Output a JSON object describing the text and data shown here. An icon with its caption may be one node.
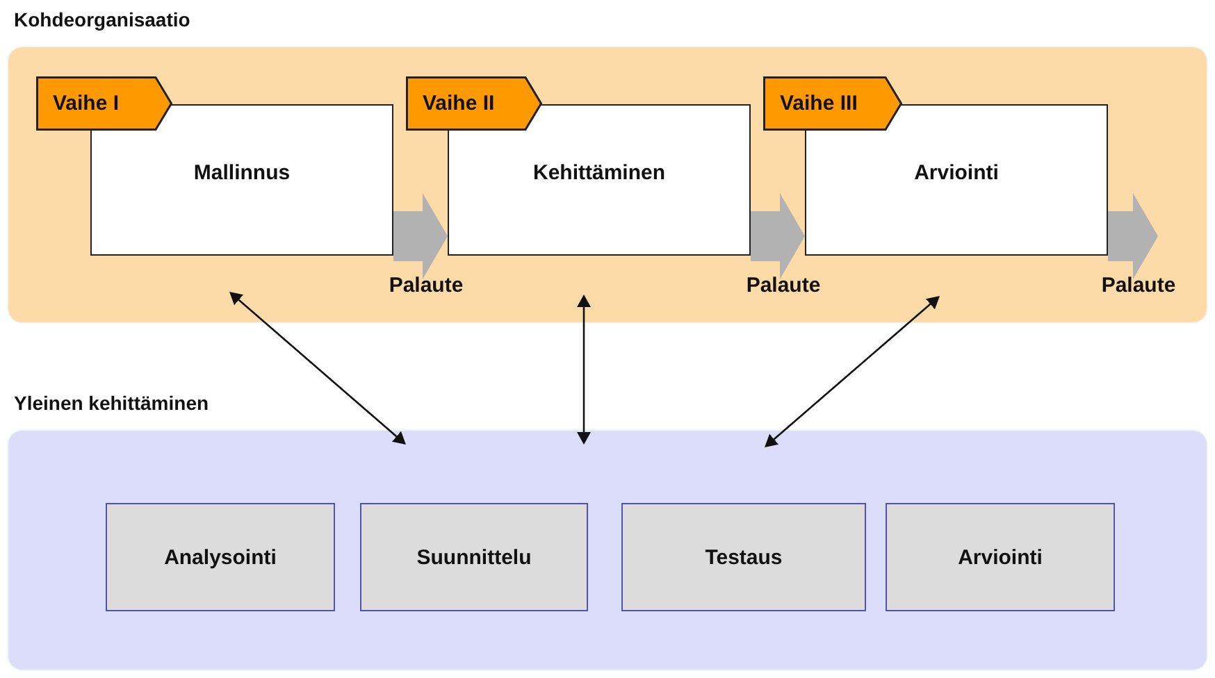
{
  "diagram": {
    "nodes": [
      {
        "text": [
          "Kohdeorganisaatio"
        ]
      },
      {
        "text": [
          "Vaihe I"
        ],
        "in": 0
      },
      {
        "text": [
          "Mallinnus"
        ],
        "in": 0
      },
      {
        "text": [
          "Vaihe II"
        ],
        "in": 0
      },
      {
        "text": [
          "Kehittäminen"
        ],
        "in": 0
      },
      {
        "text": [
          "Vaihe III"
        ],
        "in": 0
      },
      {
        "text": [
          "Arviointi"
        ],
        "in": 0
      },
      {
        "text": [
          "Yleinen kehittäminen"
        ]
      },
      {
        "text": [
          "Analysointi"
        ],
        "in": 7
      },
      {
        "text": [
          "Suunnittelu"
        ],
        "in": 7
      },
      {
        "text": [
          "Testaus"
        ],
        "in": 7
      },
      {
        "text": [
          "Arviointi"
        ],
        "in": 7
      }
    ],
    "edges": [
      {
        "from": 2,
        "to": 4,
        "arrow": "to",
        "label": "Palaute",
        "style": "thick",
        "color": "#b2b2b2"
      },
      {
        "from": 4,
        "to": 6,
        "arrow": "to",
        "label": "Palaute",
        "style": "thick",
        "color": "#b2b2b2"
      },
      {
        "from": 6,
        "to": null,
        "arrow": "to",
        "label": "Palaute",
        "style": "thick",
        "color": "#b2b2b2"
      },
      {
        "from": 0,
        "to": 7,
        "arrow": "both",
        "color": "#111111"
      },
      {
        "from": 0,
        "to": 7,
        "arrow": "both",
        "color": "#111111"
      },
      {
        "from": 0,
        "to": 7,
        "arrow": "both",
        "color": "#111111"
      }
    ]
  }
}
